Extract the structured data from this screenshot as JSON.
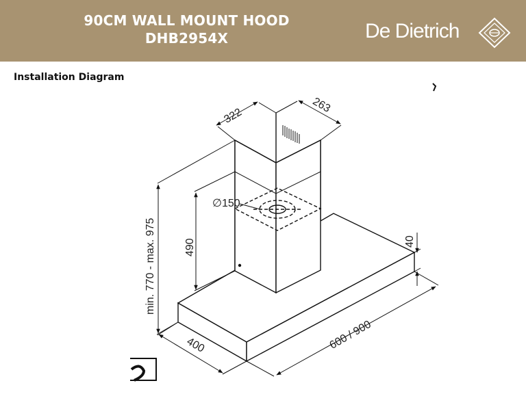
{
  "header": {
    "title_line1": "90CM WALL MOUNT HOOD",
    "title_line2": "DHB2954X",
    "brand": "De Dietrich",
    "background_color": "#a89371"
  },
  "section": {
    "label": "Installation Diagram"
  },
  "dimensions": {
    "chimney_width": "322",
    "chimney_depth": "263",
    "duct_diameter": "∅150",
    "chimney_height": "490",
    "total_height": "min. 770 - max. 975",
    "canopy_thickness": "40",
    "canopy_depth": "400",
    "canopy_width": "600 / 900"
  },
  "icons": {
    "logo": "diamond-logo-icon"
  }
}
